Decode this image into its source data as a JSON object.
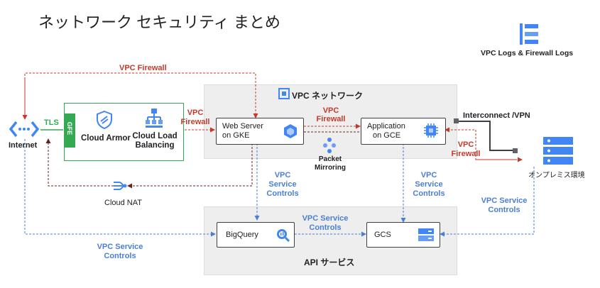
{
  "title": "ネットワーク セキュリティ まとめ",
  "colors": {
    "firewall": "#c5392b",
    "service_controls": "#4a7fd4",
    "gfe": "#34a853",
    "icon_blue": "#4285f4",
    "zone": "#eeeeee"
  },
  "legend": {
    "label": "VPC Logs & Firewall Logs",
    "icon": "logs-icon"
  },
  "zones": {
    "vpc": "VPC ネットワーク",
    "api": "API サービス"
  },
  "nodes": {
    "internet": "Internet",
    "gfe": "GFE",
    "cloud_armor": "Cloud Armor",
    "cloud_lb": [
      "Cloud Load",
      "Balancing"
    ],
    "web_server": [
      "Web Server",
      "on GKE"
    ],
    "application": [
      "Application",
      "on GCE"
    ],
    "packet_mirroring": [
      "Packet",
      "Mirroring"
    ],
    "cloud_nat": "Cloud NAT",
    "bigquery": "BigQuery",
    "gcs": "GCS",
    "onprem": "オンプレミス環境"
  },
  "links": {
    "tls": "TLS",
    "interconnect": "Interconnect /VPN",
    "vpc_firewall": "VPC Firewall",
    "vpc_firewall_lines": [
      "VPC",
      "Firewall"
    ],
    "service_controls_lines": [
      "VPC Service",
      "Controls"
    ]
  }
}
